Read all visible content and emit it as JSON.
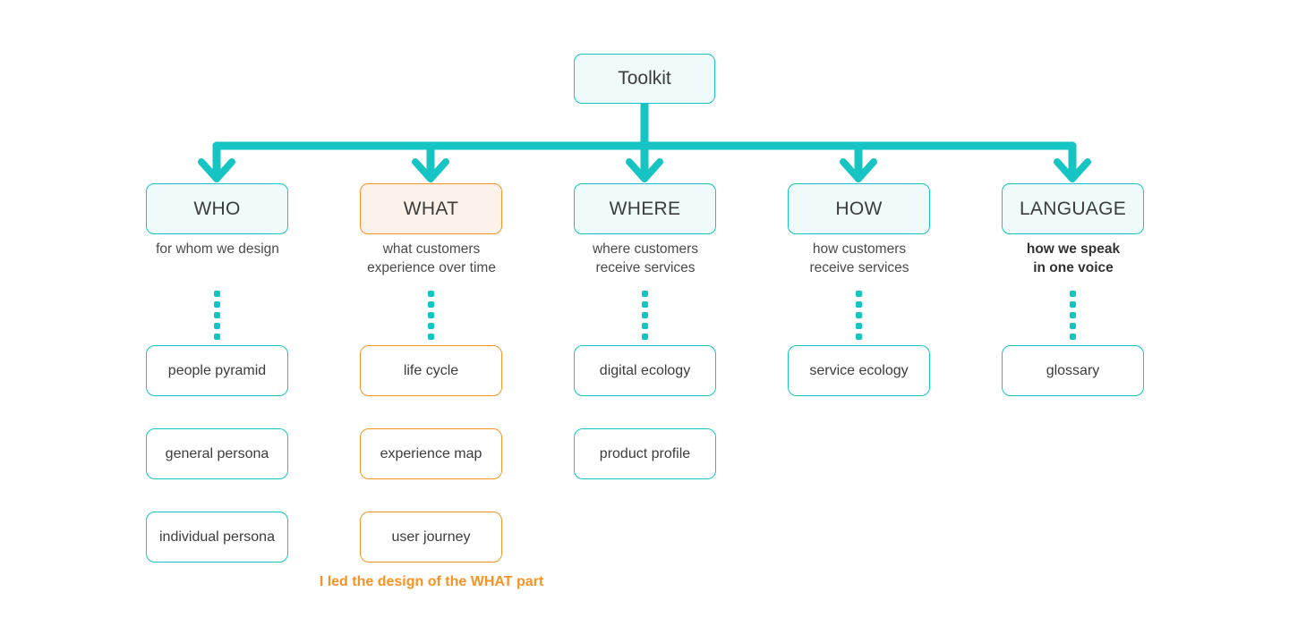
{
  "diagram": {
    "root": {
      "label": "Toolkit"
    },
    "footnote": "I led the design of the WHAT part",
    "colors": {
      "primary": "#16c4c4",
      "primary_fill": "#eefbfa",
      "accent": "#f59425",
      "accent_fill": "#fdf2e9",
      "text": "#3c3c3c",
      "background": "#ffffff"
    },
    "columns": [
      {
        "key": "who",
        "title": "WHO",
        "caption_line1": "for whom we design",
        "caption_line2": "",
        "caption_emphasis": false,
        "accent": false,
        "items": [
          "people pyramid",
          "general persona",
          "individual persona"
        ]
      },
      {
        "key": "what",
        "title": "WHAT",
        "caption_line1": "what customers",
        "caption_line2": "experience over time",
        "caption_emphasis": false,
        "accent": true,
        "items": [
          "life cycle",
          "experience map",
          "user journey"
        ]
      },
      {
        "key": "where",
        "title": "WHERE",
        "caption_line1": "where customers",
        "caption_line2": "receive services",
        "caption_emphasis": false,
        "accent": false,
        "items": [
          "digital ecology",
          "product profile"
        ]
      },
      {
        "key": "how",
        "title": "HOW",
        "caption_line1": "how customers",
        "caption_line2": "receive services",
        "caption_emphasis": false,
        "accent": false,
        "items": [
          "service ecology"
        ]
      },
      {
        "key": "language",
        "title": "LANGUAGE",
        "caption_line1": "how we speak",
        "caption_line2": "in one voice",
        "caption_emphasis": true,
        "accent": false,
        "items": [
          "glossary"
        ]
      }
    ]
  }
}
